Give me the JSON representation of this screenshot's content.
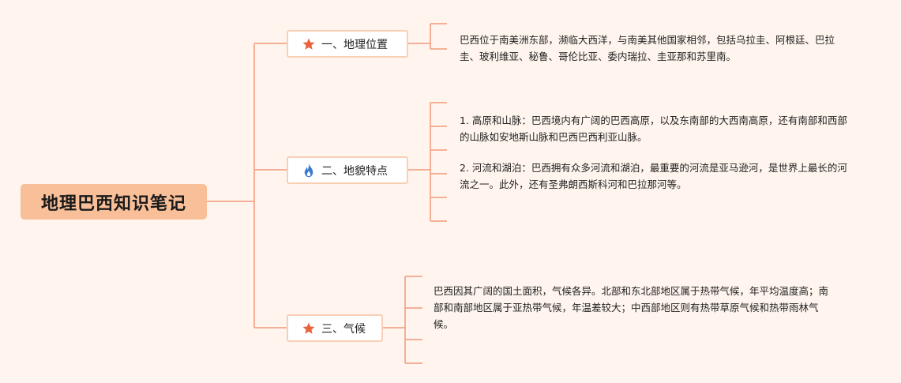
{
  "root": {
    "title": "地理巴西知识笔记"
  },
  "branches": [
    {
      "label": "一、地理位置",
      "icon": "star-icon",
      "notes": [
        "巴西位于南美洲东部，濒临大西洋，与南美其他国家相邻，包括乌拉圭、阿根廷、巴拉圭、玻利维亚、秘鲁、哥伦比亚、委内瑞拉、圭亚那和苏里南。"
      ]
    },
    {
      "label": "二、地貌特点",
      "icon": "fire-icon",
      "notes": [
        "1. 高原和山脉：巴西境内有广阔的巴西高原，以及东南部的大西南高原，还有南部和西部的山脉如安地斯山脉和巴西巴西利亚山脉。",
        "2. 河流和湖泊：巴西拥有众多河流和湖泊，最重要的河流是亚马逊河，是世界上最长的河流之一。此外，还有圣弗朗西斯科河和巴拉那河等。"
      ]
    },
    {
      "label": "三、气候",
      "icon": "star-icon",
      "notes": [
        "巴西因其广阔的国土面积，气候各异。北部和东北部地区属于热带气候，年平均温度高；南部和南部地区属于亚热带气候，年温差较大；中西部地区则有热带草原气候和热带雨林气候。"
      ]
    }
  ],
  "colors": {
    "line": "#f0997a",
    "root_bg": "#f8bf98",
    "background": "#fff5ee",
    "star": "#e8643c",
    "fire": "#3a7bd5"
  }
}
